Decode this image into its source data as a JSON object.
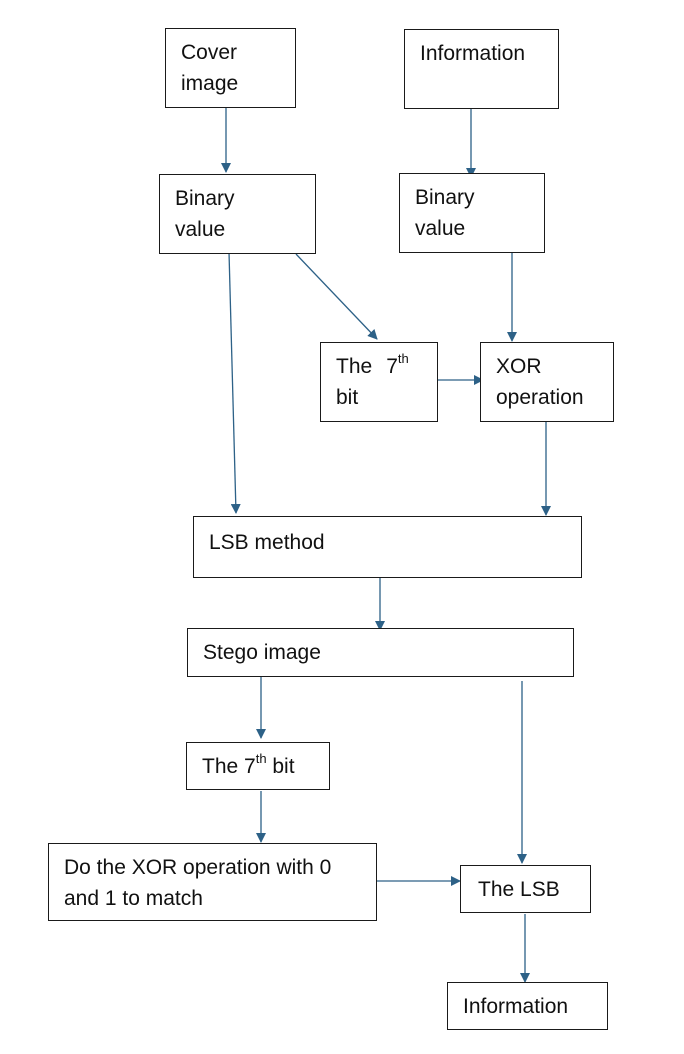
{
  "diagram": {
    "arrow_color": "#2d6187",
    "nodes": {
      "cover_image": {
        "line1": "Cover",
        "line2": "image"
      },
      "information_top": {
        "label": "Information"
      },
      "binary_value_left": {
        "line1": "Binary",
        "line2": "value"
      },
      "binary_value_right": {
        "line1": "Binary",
        "line2": "value"
      },
      "seventh_bit_top": {
        "prefix": "The",
        "num": "7",
        "sup": "th",
        "line2": "bit"
      },
      "xor_operation": {
        "line1": "XOR",
        "line2": "operation"
      },
      "lsb_method": {
        "label": "LSB method"
      },
      "stego_image": {
        "label": "Stego image"
      },
      "seventh_bit_bottom": {
        "prefix": "The 7",
        "sup": "th",
        "suffix": " bit"
      },
      "xor_match": {
        "line1": "Do the XOR operation with 0",
        "line2": "and 1 to match"
      },
      "the_lsb": {
        "label": "The LSB"
      },
      "information_bottom": {
        "label": "Information"
      }
    }
  }
}
